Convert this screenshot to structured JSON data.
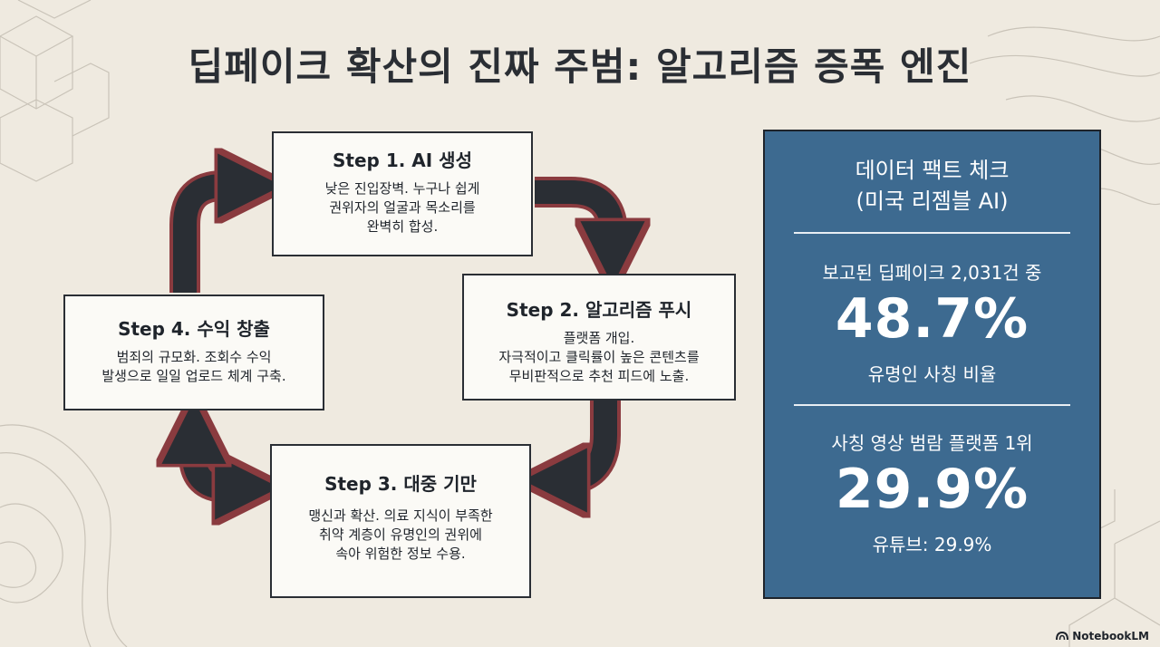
{
  "title": "딥페이크 확산의 진짜 주범: 알고리즘 증폭 엔진",
  "steps": [
    {
      "title": "Step 1. AI 생성",
      "desc": "낮은 진입장벽. 누구나 쉽게\n권위자의 얼굴과 목소리를\n완벽히 합성."
    },
    {
      "title": "Step 2. 알고리즘 푸시",
      "desc": "플랫폼 개입.\n자극적이고 클릭률이 높은 콘텐츠를\n무비판적으로 추천 피드에 노출."
    },
    {
      "title": "Step 3. 대중 기만",
      "desc": "맹신과 확산. 의료 지식이 부족한\n취약 계층이 유명인의 권위에\n속아 위험한 정보 수용."
    },
    {
      "title": "Step 4. 수익 창출",
      "desc": "범죄의 규모화. 조회수 수익\n발생으로 일일 업로드 체계 구축."
    }
  ],
  "facts": {
    "title": "데이터 팩트 체크",
    "subtitle": "(미국 리젬블 AI)",
    "stat1_label": "보고된 딥페이크 2,031건 중",
    "stat1_value": "48.7%",
    "stat1_caption": "유명인 사칭 비율",
    "stat2_label": "사칭 영상 범람 플랫폼 1위",
    "stat2_value": "29.9%",
    "stat2_caption": "유튜브: 29.9%"
  },
  "brand": "NotebookLM",
  "colors": {
    "background": "#efeae0",
    "arrow_fill": "#2a2e34",
    "arrow_outline": "#8a3b3f",
    "facts_panel": "#3d6a90"
  }
}
